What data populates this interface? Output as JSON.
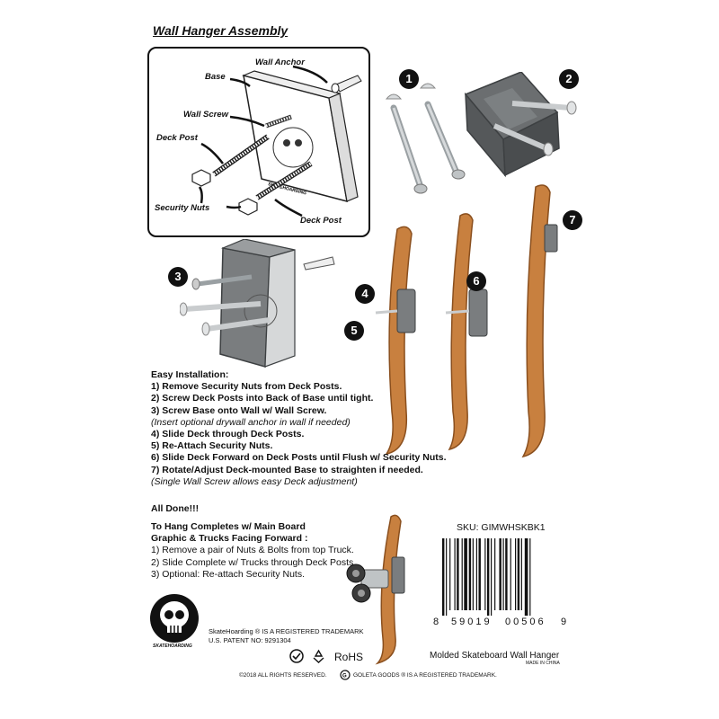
{
  "title": "Wall Hanger Assembly",
  "inset_labels": {
    "wall_anchor": "Wall Anchor",
    "base": "Base",
    "wall_screw": "Wall Screw",
    "deck_post_left": "Deck Post",
    "security_nuts": "Security Nuts",
    "deck_post_right": "Deck Post"
  },
  "steps": [
    "1",
    "2",
    "3",
    "4",
    "5",
    "6",
    "7"
  ],
  "instructions": {
    "heading": "Easy Installation:",
    "lines": [
      {
        "text": "1) Remove Security Nuts from Deck Posts.",
        "kind": "step"
      },
      {
        "text": "2) Screw Deck Posts into Back of Base until tight.",
        "kind": "step"
      },
      {
        "text": "3) Screw Base onto Wall w/ Wall Screw.",
        "kind": "step"
      },
      {
        "text": "(Insert optional drywall anchor in wall if needed)",
        "kind": "note"
      },
      {
        "text": "4) Slide Deck through Deck Posts.",
        "kind": "step"
      },
      {
        "text": "5) Re-Attach Security Nuts.",
        "kind": "step"
      },
      {
        "text": "6) Slide Deck Forward on Deck Posts until Flush w/ Security Nuts.",
        "kind": "step"
      },
      {
        "text": "7) Rotate/Adjust Deck-mounted Base to straighten if needed.",
        "kind": "step"
      },
      {
        "text": "(Single Wall Screw allows easy Deck adjustment)",
        "kind": "note"
      }
    ]
  },
  "all_done": "All Done!!!",
  "hang": {
    "heading_1": "To Hang Completes w/ Main Board",
    "heading_2": "Graphic & Trucks Facing Forward :",
    "lines": [
      "1) Remove a pair of Nuts & Bolts from top Truck.",
      "2) Slide Complete w/ Trucks through Deck Posts.",
      "3) Optional: Re-attach Security Nuts."
    ]
  },
  "sku": "SKU: GIMWHSKBK1",
  "barcode_digits": [
    "8",
    "59019",
    "00506",
    "9"
  ],
  "product_name": "Molded Skateboard Wall Hanger",
  "made_in": "MADE IN CHINA",
  "trademark_1": "SkateHoarding ® IS A REGISTERED TRADEMARK",
  "trademark_2": "U.S. PATENT NO: 9291304",
  "brand_logo_text": "SKATEHOARDING",
  "rohs": "RoHS",
  "footer_left": "©2018 ALL RIGHTS RESERVED.",
  "footer_right": "GOLETA GOODS ® IS A REGISTERED TRADEMARK.",
  "colors": {
    "deck_wood": "#c8803f",
    "deck_edge": "#8a4f1e",
    "base_gray": "#6b6e70",
    "base_dark": "#3d4042",
    "metal": "#c9ccce"
  }
}
